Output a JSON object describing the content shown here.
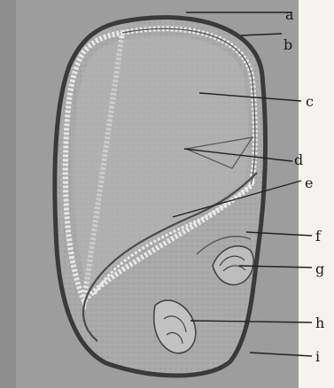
{
  "diagram": {
    "labels": {
      "a": "a",
      "b": "b",
      "c": "c",
      "d": "d",
      "e": "e",
      "f": "f",
      "g": "g",
      "h": "h",
      "i": "i"
    },
    "colors": {
      "background_panel": "#9b9b9b",
      "endosperm": "#b3b3b3",
      "outline": "#3a3a3a",
      "page": "#f4f3ef"
    }
  }
}
